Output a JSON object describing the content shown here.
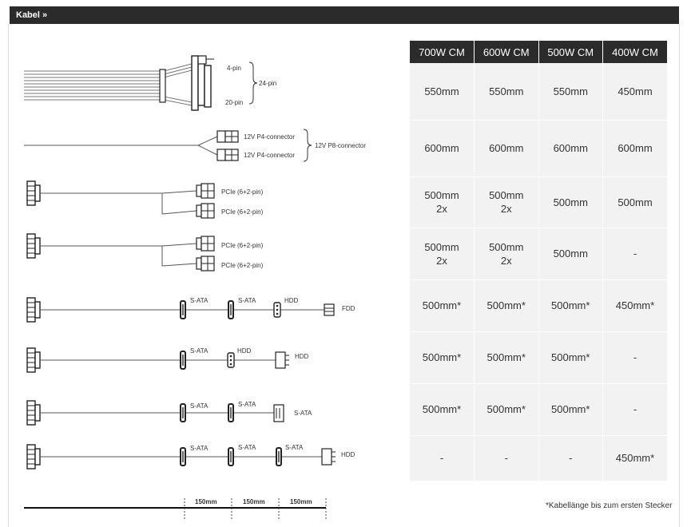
{
  "header": {
    "title": "Kabel »"
  },
  "diagram": {
    "atx": {
      "pin4": "4-pin",
      "pin24": "24-pin",
      "pin20": "20-pin"
    },
    "eps": {
      "p4a": "12V P4-connector",
      "p4b": "12V P4-connector",
      "p8": "12V P8-connector"
    },
    "pcie1": {
      "a": "PCIe (6+2-pin)",
      "b": "PCIe (6+2-pin)"
    },
    "pcie2": {
      "a": "PCIe (6+2-pin)",
      "b": "PCIe (6+2-pin)"
    },
    "row5": {
      "c1": "S-ATA",
      "c2": "S-ATA",
      "c3": "HDD",
      "end": "FDD"
    },
    "row6": {
      "c1": "S-ATA",
      "c2": "HDD",
      "end": "HDD"
    },
    "row7": {
      "c1": "S-ATA",
      "c2": "S-ATA",
      "end": "S-ATA"
    },
    "row8": {
      "c1": "S-ATA",
      "c2": "S-ATA",
      "c3": "S-ATA",
      "end": "HDD"
    },
    "scale": [
      "150mm",
      "150mm",
      "150mm"
    ]
  },
  "table": {
    "headers": [
      "700W CM",
      "600W CM",
      "500W CM",
      "400W CM"
    ],
    "rows": [
      [
        "550mm",
        "550mm",
        "550mm",
        "450mm"
      ],
      [
        "600mm",
        "600mm",
        "600mm",
        "600mm"
      ],
      [
        "500mm\n2x",
        "500mm\n2x",
        "500mm",
        "500mm"
      ],
      [
        "500mm\n2x",
        "500mm\n2x",
        "500mm",
        "-"
      ],
      [
        "500mm*",
        "500mm*",
        "500mm*",
        "450mm*"
      ],
      [
        "500mm*",
        "500mm*",
        "500mm*",
        "-"
      ],
      [
        "500mm*",
        "500mm*",
        "500mm*",
        "-"
      ],
      [
        "-",
        "-",
        "-",
        "450mm*"
      ]
    ]
  },
  "footnote": "*Kabellänge bis zum ersten Stecker"
}
